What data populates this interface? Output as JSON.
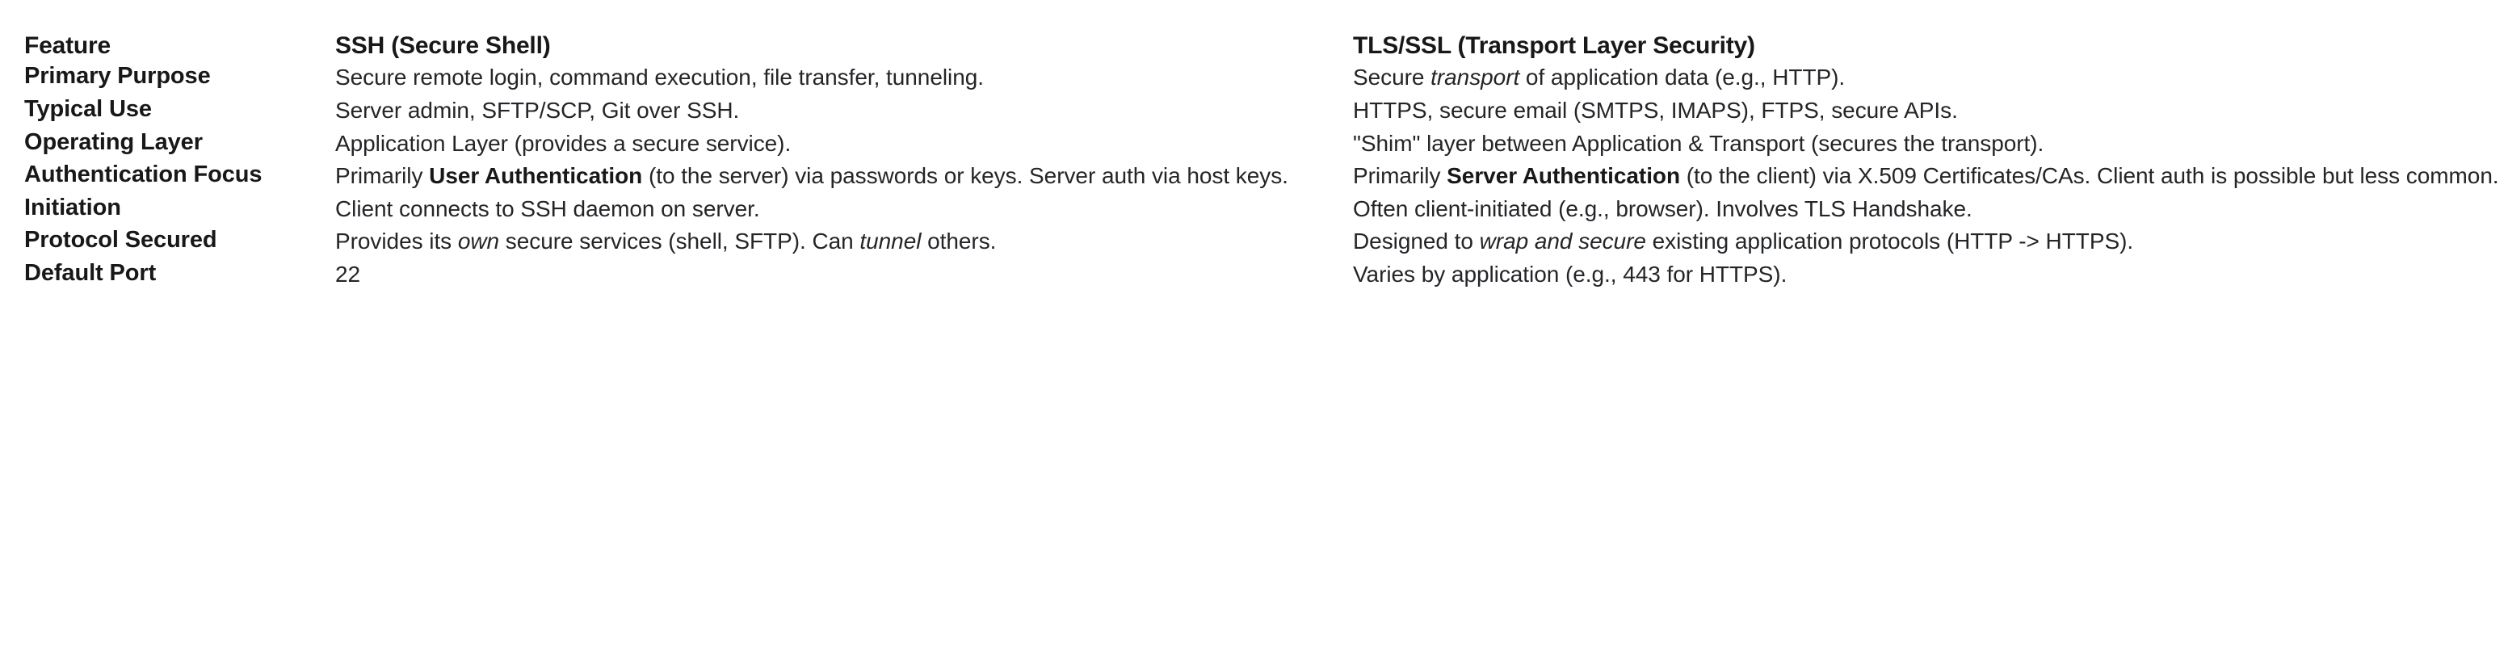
{
  "table": {
    "columns": [
      {
        "key": "feature",
        "label": "Feature"
      },
      {
        "key": "ssh",
        "label": "SSH (Secure Shell)"
      },
      {
        "key": "tls",
        "label": "TLS/SSL (Transport Layer Security)"
      }
    ],
    "rows": [
      {
        "feature": "Primary Purpose",
        "ssh_html": "Secure remote login, command execution, file transfer, tunneling.",
        "ssh_text": "Secure remote login, command execution, file transfer, tunneling.",
        "tls_html": "Secure <i>transport</i> of application data (e.g., HTTP).",
        "tls_text": "Secure transport of application data (e.g., HTTP)."
      },
      {
        "feature": "Typical Use",
        "ssh_html": "Server admin, SFTP/SCP, Git over SSH.",
        "ssh_text": "Server admin, SFTP/SCP, Git over SSH.",
        "tls_html": "HTTPS, secure email (SMTPS, IMAPS), FTPS, secure APIs.",
        "tls_text": "HTTPS, secure email (SMTPS, IMAPS), FTPS, secure APIs."
      },
      {
        "feature": "Operating Layer",
        "ssh_html": "Application Layer (provides a secure service).",
        "ssh_text": "Application Layer (provides a secure service).",
        "tls_html": "\"Shim\" layer between Application &amp; Transport (secures the transport).",
        "tls_text": "\"Shim\" layer between Application & Transport (secures the transport)."
      },
      {
        "feature": "Authentication Focus",
        "ssh_html": "Primarily <b>User Authentication</b> (to the server) via passwords or keys. Server auth via host keys.",
        "ssh_text": "Primarily User Authentication (to the server) via passwords or keys. Server auth via host keys.",
        "tls_html": "Primarily <b>Server Authentication</b> (to the client) via X.509 Certificates/CAs. Client auth is possible but less common.",
        "tls_text": "Primarily Server Authentication (to the client) via X.509 Certificates/CAs. Client auth is possible but less common."
      },
      {
        "feature": "Initiation",
        "ssh_html": "Client connects to SSH daemon on server.",
        "ssh_text": "Client connects to SSH daemon on server.",
        "tls_html": "Often client-initiated (e.g., browser). Involves TLS Handshake.",
        "tls_text": "Often client-initiated (e.g., browser). Involves TLS Handshake."
      },
      {
        "feature": "Protocol Secured",
        "ssh_html": "Provides its <i>own</i> secure services (shell, SFTP). Can <i>tunnel</i> others.",
        "ssh_text": "Provides its own secure services (shell, SFTP). Can tunnel others.",
        "tls_html": "Designed to <i>wrap and secure</i> existing application protocols (HTTP -&gt; HTTPS).",
        "tls_text": "Designed to wrap and secure existing application protocols (HTTP -> HTTPS)."
      },
      {
        "feature": "Default Port",
        "ssh_html": "22",
        "ssh_text": "22",
        "tls_html": "Varies by application (e.g., 443 for HTTPS).",
        "tls_text": "Varies by application (e.g., 443 for HTTPS)."
      }
    ]
  },
  "colors": {
    "background": "#ffffff",
    "heading_text": "#17181a",
    "body_text": "#232528"
  }
}
